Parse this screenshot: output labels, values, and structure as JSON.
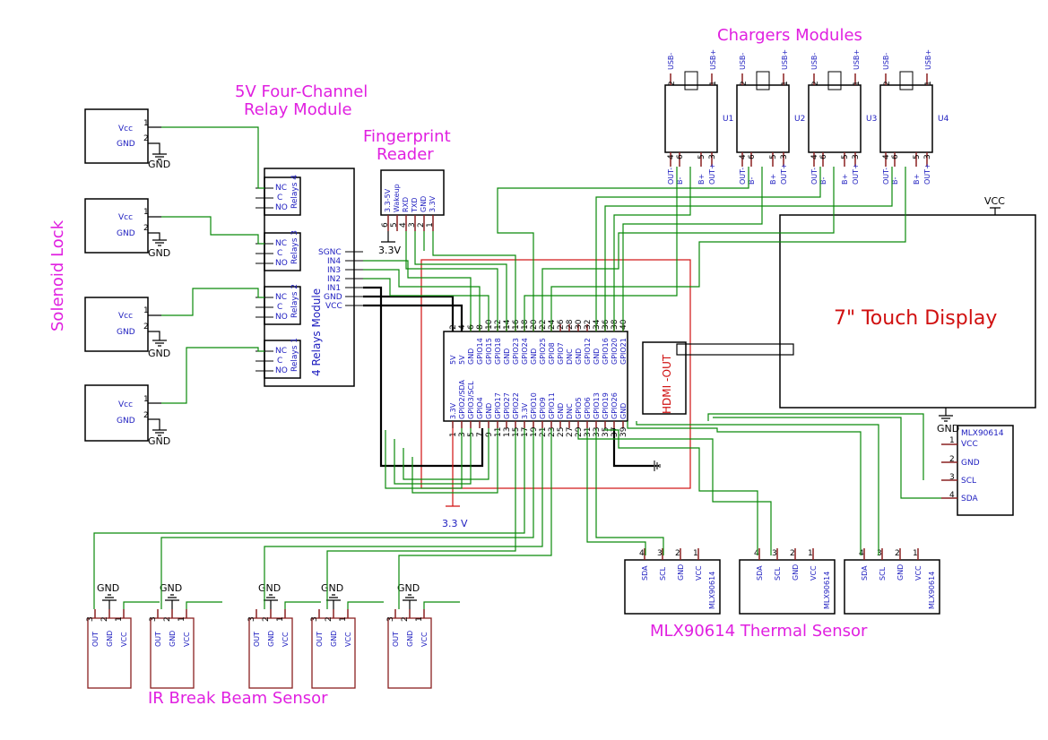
{
  "labels": {
    "chargers": "Chargers Modules",
    "relay_title_1": "5V Four-Channel",
    "relay_title_2": "Relay Module",
    "fingerprint_1": "Fingerprint",
    "fingerprint_2": "Reader",
    "solenoid": "Solenoid Lock",
    "touch_display": "7\" Touch Display",
    "hdmi": "HDMI -OUT",
    "mlx_title": "MLX90614 Thermal Sensor",
    "ir_title": "IR Break Beam Sensor",
    "v33_bottom": "3.3 V",
    "v33_fp": "3.3V",
    "vcc_top": "VCC",
    "gnd": "GND",
    "relays_module": "4 Relays Module"
  },
  "relay_module": {
    "relays": [
      "Relays 4",
      "Relays 3",
      "Relays 2",
      "Relays 1"
    ],
    "contacts": [
      "NC",
      "C",
      "NO"
    ],
    "pins": [
      "SGNC",
      "IN4",
      "IN3",
      "IN2",
      "IN1",
      "GND",
      "VCC"
    ]
  },
  "solenoids": [
    {
      "vcc": "Vcc",
      "gnd": "GND",
      "p1": "1",
      "p2": "2"
    },
    {
      "vcc": "Vcc",
      "gnd": "GND",
      "p1": "1",
      "p2": "2"
    },
    {
      "vcc": "Vcc",
      "gnd": "GND",
      "p1": "1",
      "p2": "2"
    },
    {
      "vcc": "Vcc",
      "gnd": "GND",
      "p1": "1",
      "p2": "2"
    }
  ],
  "fingerprint_pins": [
    {
      "num": "6",
      "name": "3.3-5V"
    },
    {
      "num": "5",
      "name": "Wakeup"
    },
    {
      "num": "4",
      "name": "RXD"
    },
    {
      "num": "3",
      "name": "TXD"
    },
    {
      "num": "2",
      "name": "GND"
    },
    {
      "num": "1",
      "name": "3.3V"
    }
  ],
  "chargers": [
    {
      "id": "U1"
    },
    {
      "id": "U2"
    },
    {
      "id": "U3"
    },
    {
      "id": "U4"
    }
  ],
  "charger_pins": {
    "top": [
      {
        "num": "2",
        "name": "USB-"
      },
      {
        "num": "1",
        "name": "USB+"
      }
    ],
    "bottom": [
      {
        "num": "4",
        "name": "OUT-"
      },
      {
        "num": "6",
        "name": "B-"
      },
      {
        "num": "5",
        "name": "B+"
      },
      {
        "num": "3",
        "name": "OUT+"
      }
    ]
  },
  "rpi": {
    "top_nums": [
      "2",
      "4",
      "6",
      "8",
      "10",
      "12",
      "14",
      "16",
      "18",
      "20",
      "22",
      "24",
      "26",
      "28",
      "30",
      "32",
      "34",
      "36",
      "38",
      "40"
    ],
    "top_names": [
      "5V",
      "5V",
      "GND",
      "GPIO14",
      "GPIO15",
      "GPIO18",
      "GND",
      "GPIO23",
      "GPIO24",
      "GND",
      "GPIO25",
      "GPIO8",
      "GPIO7",
      "DNC",
      "GND",
      "GPIO12",
      "GND",
      "GPIO16",
      "GPIO20",
      "GPIO21"
    ],
    "bot_nums": [
      "1",
      "3",
      "5",
      "7",
      "9",
      "11",
      "13",
      "15",
      "17",
      "19",
      "21",
      "23",
      "25",
      "27",
      "29",
      "31",
      "33",
      "35",
      "37",
      "39"
    ],
    "bot_names": [
      "3.3V",
      "GPIO2/SDA",
      "GPIO3/SCL",
      "GPIO4",
      "GND",
      "GPIO17",
      "GPIO27",
      "GPIO22",
      "3.3V",
      "GPIO10",
      "GPIO9",
      "GPIO11",
      "GND",
      "DNC",
      "GPIO5",
      "GPIO6",
      "GPIO13",
      "GPIO19",
      "GPIO26",
      "GND"
    ]
  },
  "mlx_right": {
    "title": "MLX90614",
    "pins": [
      {
        "num": "1",
        "name": "VCC"
      },
      {
        "num": "2",
        "name": "GND"
      },
      {
        "num": "3",
        "name": "SCL"
      },
      {
        "num": "4",
        "name": "SDA"
      }
    ]
  },
  "mlx_bottom": {
    "title": "MLX90614",
    "pins": [
      {
        "num": "4",
        "name": "SDA"
      },
      {
        "num": "3",
        "name": "SCL"
      },
      {
        "num": "2",
        "name": "GND"
      },
      {
        "num": "1",
        "name": "VCC"
      }
    ]
  },
  "ir_pins": [
    {
      "num": "3",
      "name": "OUT"
    },
    {
      "num": "2",
      "name": "GND"
    },
    {
      "num": "1",
      "name": "VCC"
    }
  ]
}
